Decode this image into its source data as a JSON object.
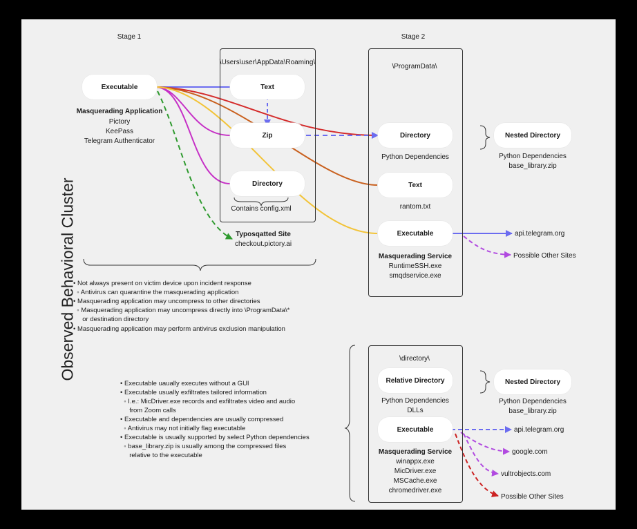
{
  "title": "Observed Behavioral Cluster",
  "stage1_label": "Stage 1",
  "stage2_label": "Stage 2",
  "roaming_path": "\\Users\\user\\AppData\\Roaming\\",
  "programdata_path": "\\ProgramData\\",
  "directory_path": "\\directory\\",
  "nodes": {
    "executable": "Executable",
    "text": "Text",
    "zip": "Zip",
    "directory": "Directory",
    "pd_directory": "Directory",
    "pd_text": "Text",
    "pd_executable": "Executable",
    "nested_directory_1": "Nested Directory",
    "relative_directory": "Relative Directory",
    "dir_executable": "Executable",
    "nested_directory_2": "Nested Directory"
  },
  "masquerading_app": {
    "title": "Masquerading Application",
    "items": [
      "Pictory",
      "KeePass",
      "Telegram Authenticator"
    ]
  },
  "contains_config": "Contains config.xml",
  "typosquatted": {
    "title": "Typosqatted Site",
    "url": "checkout.pictory.ai"
  },
  "pd_directory_caption": "Python Dependencies",
  "pd_text_caption": "rantom.txt",
  "masq_service_1": {
    "title": "Masquerading Service",
    "items": [
      "RuntimeSSH.exe",
      "smqdservice.exe"
    ]
  },
  "nested_caption_1": [
    "Python Dependencies",
    "base_library.zip"
  ],
  "targets_1": [
    "api.telegram.org",
    "Possible Other Sites"
  ],
  "notes_1": [
    "• Not always present on victim device upon incident response",
    "  ◦ Antivirus can quarantine the masquerading application",
    "• Masquerading application may uncompress to other directories",
    "  ◦ Masquerading application may uncompress directly into \\ProgramData\\*",
    "     or destination directory",
    "• Masquerading application may perform antivirus exclusion manipulation"
  ],
  "relative_caption": [
    "Python Dependencies",
    "DLLs"
  ],
  "masq_service_2": {
    "title": "Masquerading Service",
    "items": [
      "winappx.exe",
      "MicDriver.exe",
      "MSCache.exe",
      "chromedriver.exe"
    ]
  },
  "nested_caption_2": [
    "Python Dependencies",
    "base_library.zip"
  ],
  "targets_2": [
    "api.telegram.org",
    "google.com",
    "vultrobjects.com",
    "Possible Other Sites"
  ],
  "notes_2": [
    "• Executable uaually executes without a GUI",
    "• Executable usually exfiltrates tailored information",
    "  ◦ I.e.: MicDriver.exe records and exfiltrates video and audio",
    "     from Zoom calls",
    "• Executable and dependencies are usually compressed",
    "  ◦ Antivirus may not initially flag executable",
    "• Executable is usually supported by select Python dependencies",
    "  ◦ base_library.zip is usually among the compressed files",
    "     relative to the executable"
  ],
  "colors": {
    "blue": "#6b6cf0",
    "red": "#d42a2a",
    "orange": "#c9601e",
    "yellow": "#f2c337",
    "magenta": "#c630c6",
    "green": "#2e9a2e",
    "purple": "#b14ae0",
    "darkred": "#cc2222"
  }
}
